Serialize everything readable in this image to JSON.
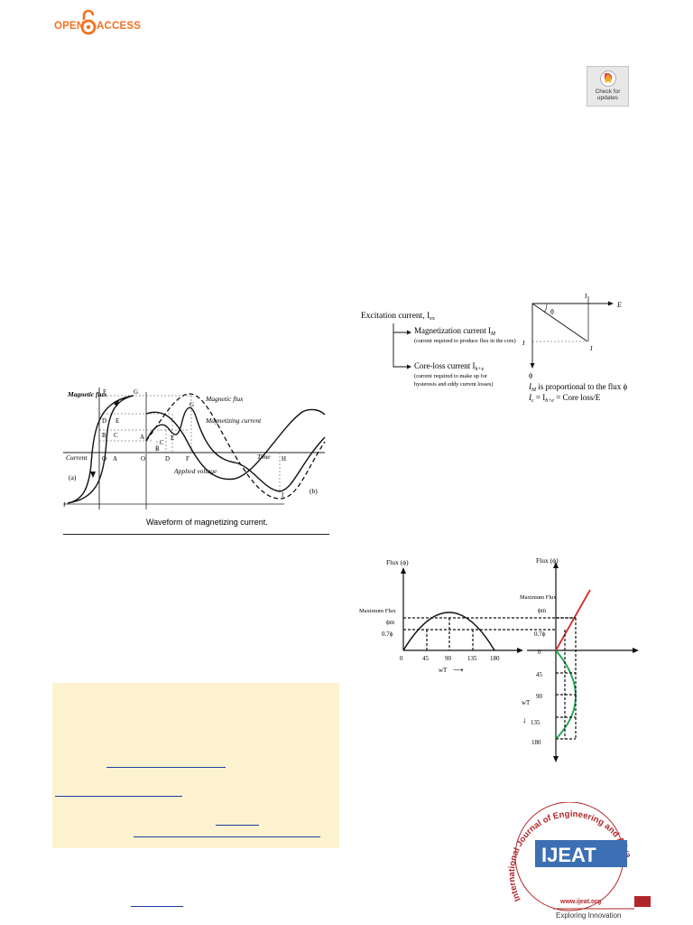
{
  "header": {
    "open_access_left": "OPEN",
    "open_access_right": "ACCESS",
    "check_updates_line1": "Check for",
    "check_updates_line2": "updates"
  },
  "figure_magnetizing": {
    "caption": "Waveform of magnetizing current.",
    "labels": {
      "magnetic_flux_axis": "Magnetic flux",
      "magnetic_flux_curve": "Magnetic flux",
      "magnetizing_current": "Magnetizing current",
      "applied_voltage": "Applied voltage",
      "current_axis": "Current",
      "time_axis": "Time",
      "panel_a": "(a)",
      "panel_b": "(b)",
      "points": [
        "F",
        "G",
        "D",
        "E",
        "B",
        "C",
        "O",
        "A",
        "J",
        "A",
        "O",
        "B",
        "C",
        "D",
        "E",
        "F",
        "G",
        "H",
        "I"
      ]
    }
  },
  "figure_excitation": {
    "excitation_current": "Excitation current, I",
    "excitation_sub": "ex",
    "magnetization_current": "Magnetization current I",
    "magnetization_sub": "M",
    "magnetization_note": "(current required to produce flux in the core)",
    "core_loss_current": "Core-loss current I",
    "core_loss_sub": "h+e",
    "core_loss_note_1": "(current required to make up for",
    "core_loss_note_2": "hysteresis and eddy current losses)",
    "phasor_labels": {
      "ic": "I",
      "e1": "E",
      "theta": "θ",
      "im": "I",
      "io": "I",
      "phi": "ϕ"
    },
    "relation_1": "is proportional to the flux ϕ",
    "relation_2": "= Core loss/E",
    "relation_2_prefix": "= I"
  },
  "figure_flux": {
    "left_y_label": "Flux (ϕ)",
    "right_y_label": "Flux (ϕ)",
    "max_flux_left": "Maximum Flux",
    "max_flux_right": "Maximum Flux",
    "phi_m": "ϕm",
    "phi_07": "0.7ϕ",
    "x_ticks": [
      "0",
      "45",
      "90",
      "135",
      "180"
    ],
    "x_label": "wT",
    "y_ticks_down": [
      "0",
      "45",
      "90",
      "135",
      "180"
    ],
    "y_label_down": "wT"
  },
  "logo": {
    "ring_text": "International Journal of Engineering and Advanced Technology",
    "abbr": "IJEAT",
    "url": "www.ijeat.org",
    "tagline": "Exploring Innovation"
  },
  "colors": {
    "open_access_orange": "#f37021",
    "notice_bg": "#fdf2d0",
    "logo_red": "#b1262a",
    "logo_blue": "#3c6fb4",
    "flux_red": "#d62828",
    "flux_green": "#1fa34a"
  }
}
